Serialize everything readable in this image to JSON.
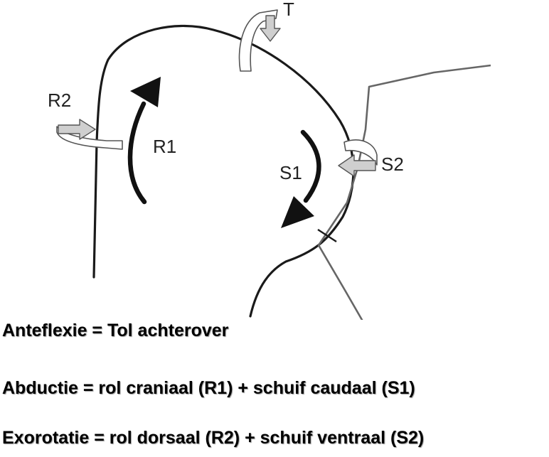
{
  "labels": {
    "t": "T",
    "r1": "R1",
    "r2": "R2",
    "s1": "S1",
    "s2": "S2"
  },
  "captions": {
    "line1": "Anteflexie = Tol achterover",
    "line2": "Abductie = rol craniaal (R1) + schuif caudaal (S1)",
    "line3": "Exorotatie = rol dorsaal (R2) + schuif ventraal (S2)"
  },
  "colors": {
    "outline": "#1a1a1a",
    "scapula": "#666666",
    "arrow_solid": "#111111",
    "arrow_hollow_fill": "#ffffff",
    "arrow_gray_fill": "#cfcfcf",
    "arrow_stroke": "#555555"
  }
}
